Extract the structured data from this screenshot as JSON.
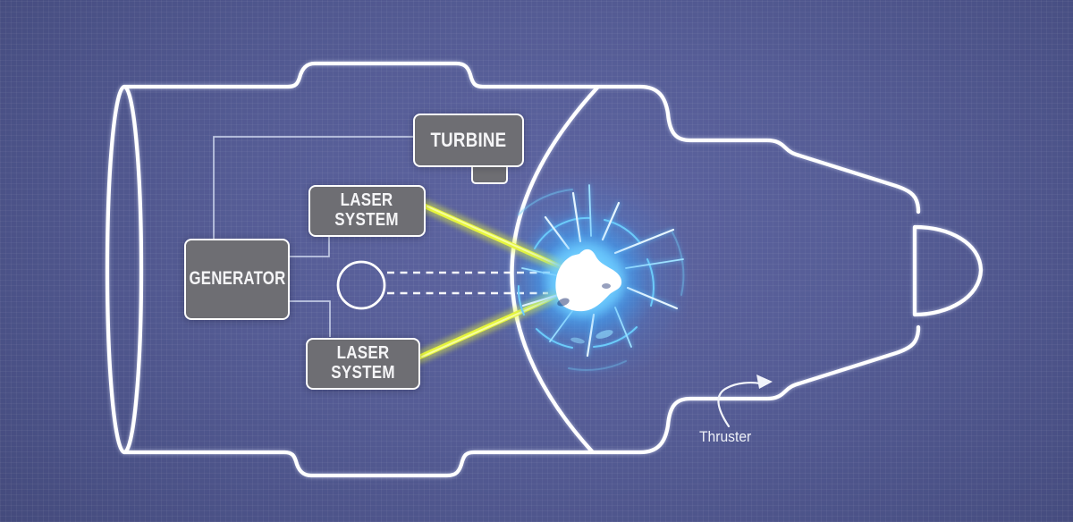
{
  "diagram": {
    "type": "fusion-engine-schematic",
    "boxes": {
      "turbine": {
        "label": "TURBINE"
      },
      "laser_system_top": {
        "label": "LASER\nSYSTEM"
      },
      "generator": {
        "label": "GENERATOR"
      },
      "laser_system_bottom": {
        "label": "LASER\nSYSTEM"
      }
    },
    "annotations": {
      "thruster": {
        "label": "Thruster"
      }
    },
    "colors": {
      "background_center": "#5e65a2",
      "background_edge": "#414777",
      "outline": "#ffffff",
      "box_fill": "#6e6e73",
      "box_border": "#ffffff",
      "box_text": "#f5f5f7",
      "connector": "#c9d1ea",
      "laser_beam": "#e6f53c",
      "plasma_glow": "#2fb3f7",
      "plasma_core": "#ffffff"
    }
  }
}
